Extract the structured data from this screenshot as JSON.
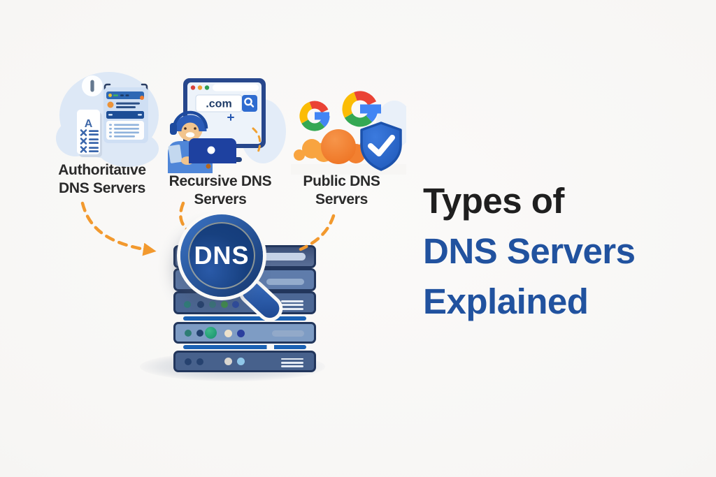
{
  "background": {
    "color": "#f7f6f4"
  },
  "title": {
    "line1": "Types of",
    "line2": "DNS Servers",
    "line3": "Explained",
    "text_color": "#1f1f1f",
    "accent_color": "#21529f"
  },
  "dns_types": [
    {
      "name": "Authoritative DNS Servers",
      "label_line1": "Authoritative",
      "label_line2": "DNS Servers",
      "icon": "record-list-card-icon",
      "card_letter": "A"
    },
    {
      "name": "Recursive DNS Servers",
      "label_line1": "Recursive DNS",
      "label_line2": "Servers",
      "icon": "support-agent-monitor-icon",
      "search_text": ".com"
    },
    {
      "name": "Public DNS Servers",
      "label_line1": "Public DNS",
      "label_line2": "Servers",
      "icon": "google-cloud-shield-icon"
    }
  ],
  "center_graphic": {
    "icon": "dns-magnifier-over-server-rack",
    "magnifier_text": "DNS"
  },
  "colors": {
    "arrow_orange": "#f2992e",
    "navy": "#1c3f7e",
    "rack_blue": "#4c6794",
    "separator_blue": "#1a61b4",
    "google_red": "#EA4335",
    "google_yellow": "#FBBC05",
    "google_green": "#34A853",
    "google_blue": "#4285F4",
    "cloud_orange": "#f48120",
    "shield_blue": "#2a67cc"
  }
}
